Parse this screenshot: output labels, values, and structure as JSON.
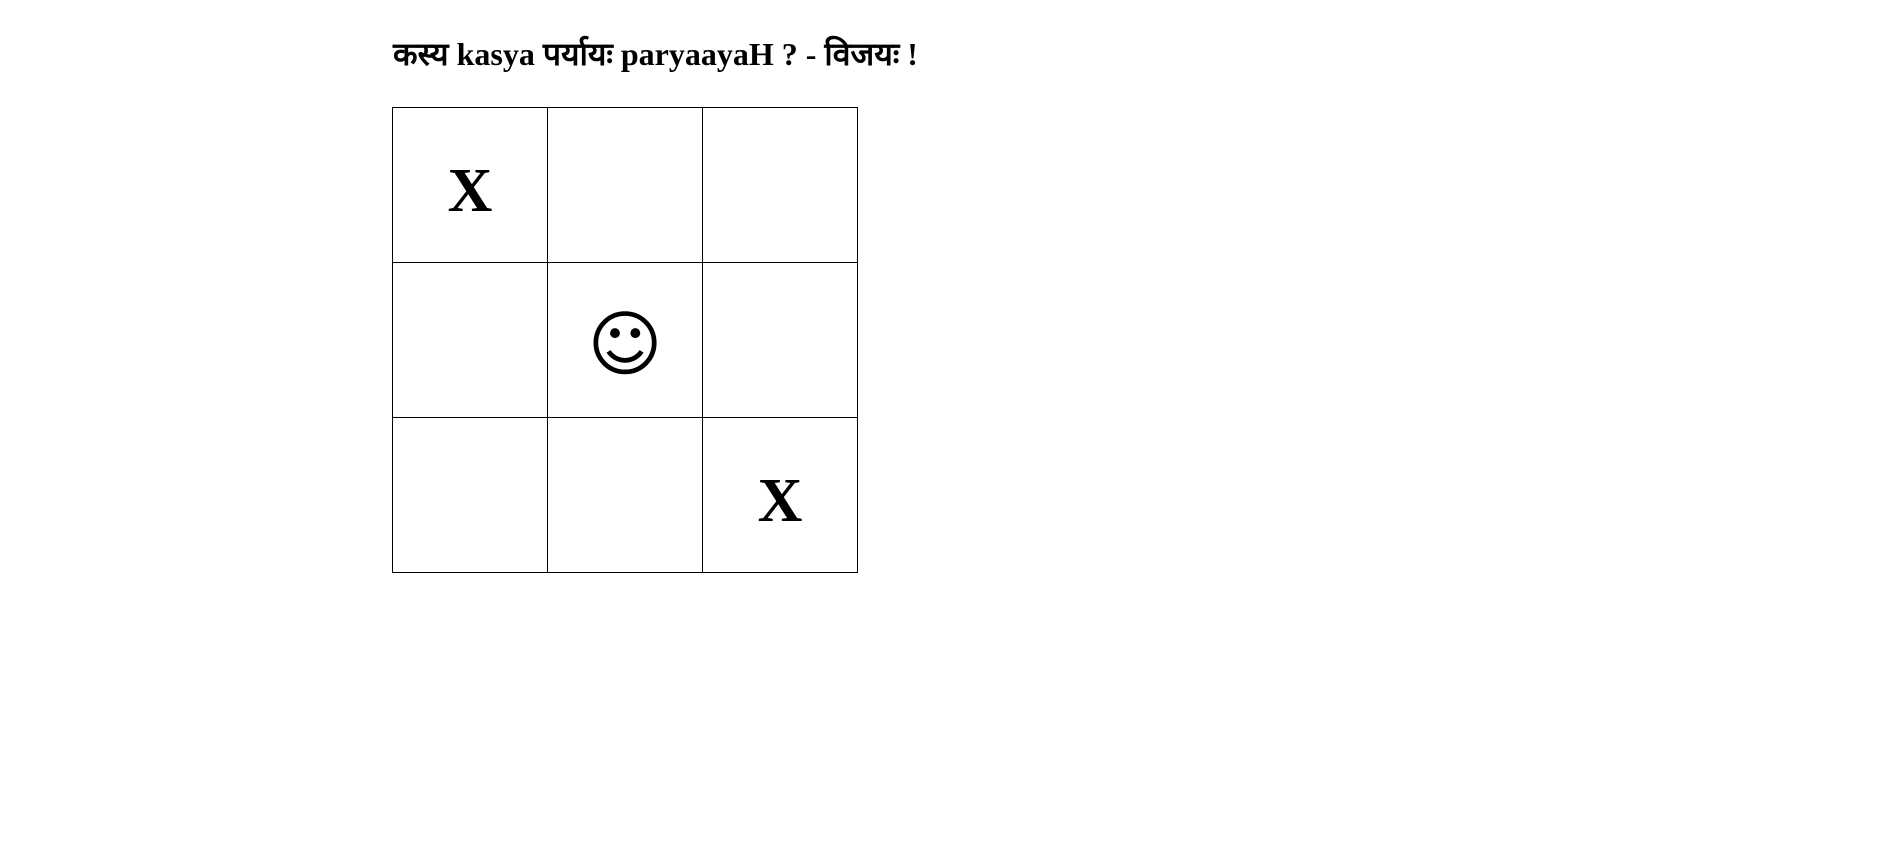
{
  "status": {
    "text": "कस्य kasya पर्यायः paryaayaH ? - विजयः !"
  },
  "board": {
    "rows": [
      [
        "X",
        "",
        ""
      ],
      [
        "",
        "☺",
        ""
      ],
      [
        "",
        "",
        "X"
      ]
    ]
  }
}
